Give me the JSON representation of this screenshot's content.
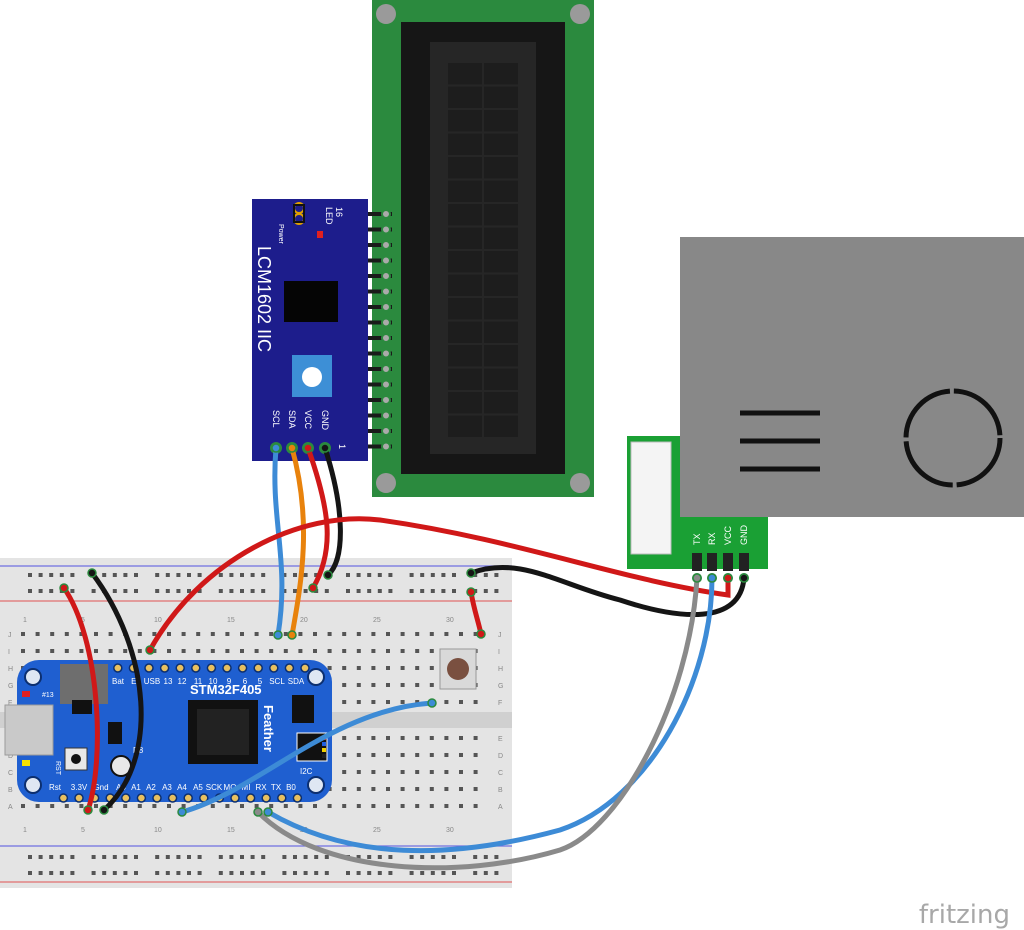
{
  "lcd": {
    "module_label": "LCM1602 IIC",
    "led_label": "LED",
    "pin16_label": "16",
    "pin1_label": "1",
    "power_label": "Power",
    "pins": [
      "SCL",
      "SDA",
      "VCC",
      "GND"
    ]
  },
  "feather": {
    "title": "STM32F405",
    "subtitle": "Feather",
    "i2c_label": "I2C",
    "top_pins": [
      "Bat",
      "En",
      "USB",
      "13",
      "12",
      "11",
      "10",
      "9",
      "6",
      "5",
      "SCL",
      "SDA"
    ],
    "bottom_pins": [
      "Rst",
      "3.3V",
      "Gnd",
      "A0",
      "A1",
      "A2",
      "A3",
      "A4",
      "A5",
      "SCK",
      "MO",
      "MI",
      "RX",
      "TX",
      "B0"
    ],
    "side_labels": [
      "#13",
      "D8",
      "RST"
    ]
  },
  "sensor": {
    "pins": [
      "TX",
      "RX",
      "VCC",
      "GND"
    ]
  },
  "breadboard": {
    "row_letters_top": [
      "J",
      "I",
      "H",
      "G",
      "F"
    ],
    "row_letters_bottom": [
      "E",
      "D",
      "C",
      "B",
      "A"
    ],
    "column_numbers": [
      "1",
      "5",
      "10",
      "15",
      "20",
      "25",
      "30"
    ]
  },
  "watermark": "fritzing",
  "colors": {
    "wire_red": "#d01818",
    "wire_black": "#151515",
    "wire_blue": "#3d8bd6",
    "wire_orange": "#e8820c",
    "wire_gray": "#8a8a8a",
    "lcd_pcb": "#2b8a3e",
    "i2c_board": "#1d1d8c",
    "feather_pcb": "#1f5fd0",
    "sensor_case": "#888888",
    "sensor_pcb": "#1aa034",
    "breadboard": "#e4e4e4"
  }
}
